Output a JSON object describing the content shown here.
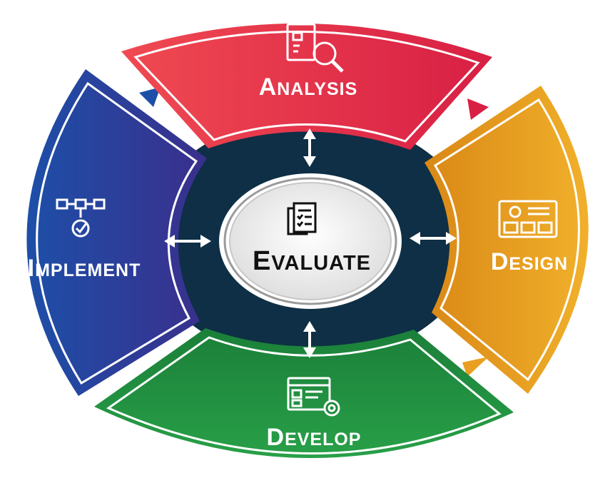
{
  "diagram": {
    "center": {
      "first": "E",
      "rest": "VALUATE",
      "icon": "document-checklist-icon"
    },
    "segments": [
      {
        "id": "analysis",
        "first": "A",
        "rest": "NALYSIS",
        "color": "#E5314A",
        "icon": "report-search-icon"
      },
      {
        "id": "design",
        "first": "D",
        "rest": "ESIGN",
        "color": "#E9A020",
        "icon": "layout-wireframe-icon"
      },
      {
        "id": "develop",
        "first": "D",
        "rest": "EVELOP",
        "color": "#1E8A3C",
        "icon": "code-gear-icon"
      },
      {
        "id": "implement",
        "first": "I",
        "rest": "MPLEMENT",
        "color": "#2B3A96",
        "icon": "workflow-check-icon"
      }
    ],
    "ring_color": "#0E2F45"
  }
}
